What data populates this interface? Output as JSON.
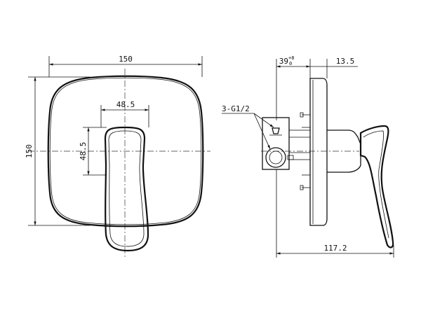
{
  "front_view": {
    "width_label": "150",
    "height_label": "150",
    "handle_width_label": "48.5",
    "handle_height_label": "48.5"
  },
  "side_view": {
    "depth_label": "39",
    "depth_tolerance_upper": "+8",
    "depth_tolerance_lower": "0",
    "plate_label": "13.5",
    "thread_label": "3-G1/2",
    "total_label": "117.2"
  }
}
